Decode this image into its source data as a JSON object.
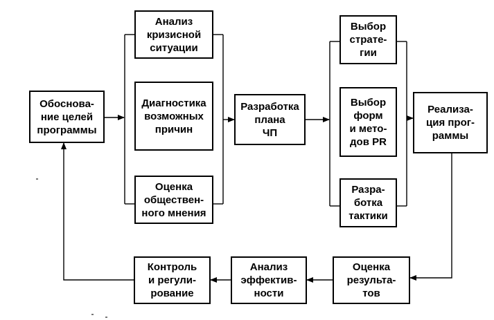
{
  "boxes": {
    "goals": "Обоснова-\nние целей\nпрограммы",
    "crisis": "Анализ\nкризисной\nситуации",
    "diagnostics": "Диагностика\nвозможных\nпричин",
    "opinion": "Оценка\nобществен-\nного мнения",
    "plan": "Разработка\nплана\nЧП",
    "strategy": "Выбор\nстрате-\nгии",
    "forms": "Выбор\nформ\nи мето-\nдов PR",
    "tactics": "Разра-\nботка\nтактики",
    "implementation": "Реализа-\nция прог-\nраммы",
    "results": "Оценка\nрезульта-\nтов",
    "efficiency": "Анализ\nэффектив-\nности",
    "control": "Контроль\nи регули-\nрование"
  },
  "colors": {
    "stroke": "#000000",
    "background": "#ffffff"
  }
}
